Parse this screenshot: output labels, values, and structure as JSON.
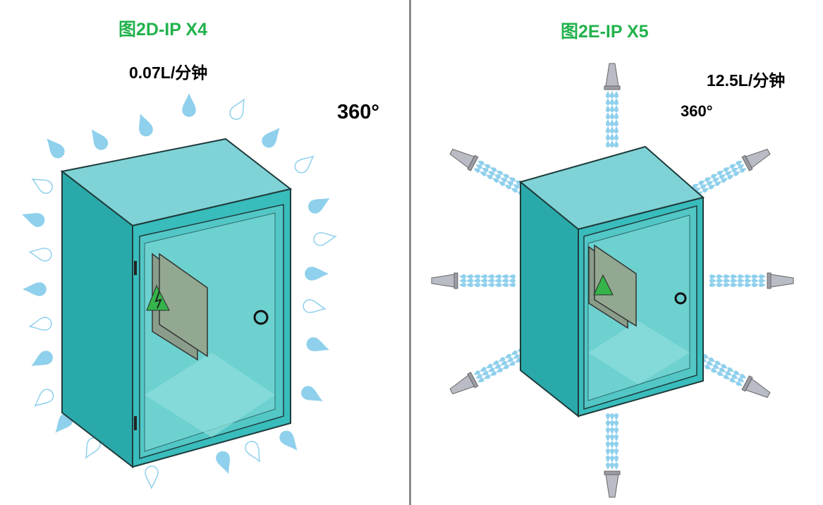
{
  "left_panel": {
    "title": "图2D-IP X4",
    "flow_rate": "0.07L/分钟",
    "angle": "360°"
  },
  "right_panel": {
    "title": "图2E-IP X5",
    "flow_rate": "12.5L/分钟",
    "angle": "360°"
  },
  "colors": {
    "title_green": "#22b24c",
    "enclosure_teal": "#2fb3b3",
    "water_blue": "#8fd0ec"
  }
}
